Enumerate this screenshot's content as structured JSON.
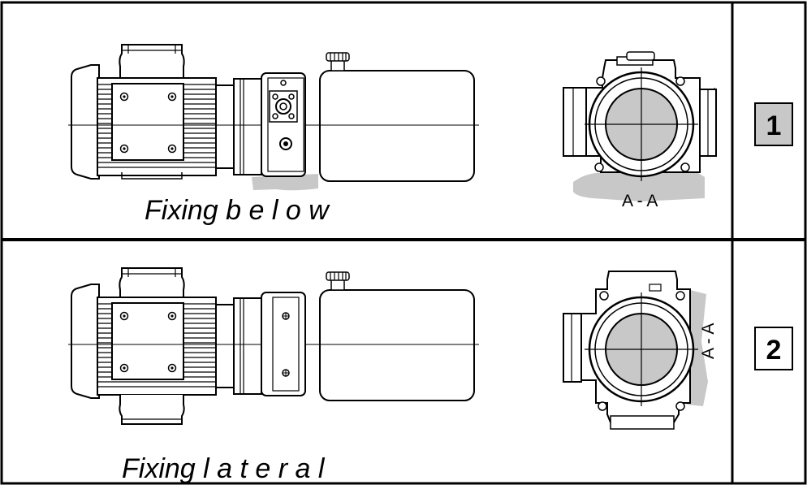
{
  "rows": [
    {
      "caption": "Fixing  b e l o w",
      "section_label": "A - A",
      "number": "1",
      "number_box_fill": "#c8c8c8",
      "mounting": "below"
    },
    {
      "caption": "Fixing  l a t e r a l",
      "section_label": "A - A",
      "number": "2",
      "number_box_fill": "#ffffff",
      "mounting": "lateral"
    }
  ],
  "colors": {
    "line": "#000000",
    "ground": "#c8c8c8",
    "background": "#ffffff"
  }
}
